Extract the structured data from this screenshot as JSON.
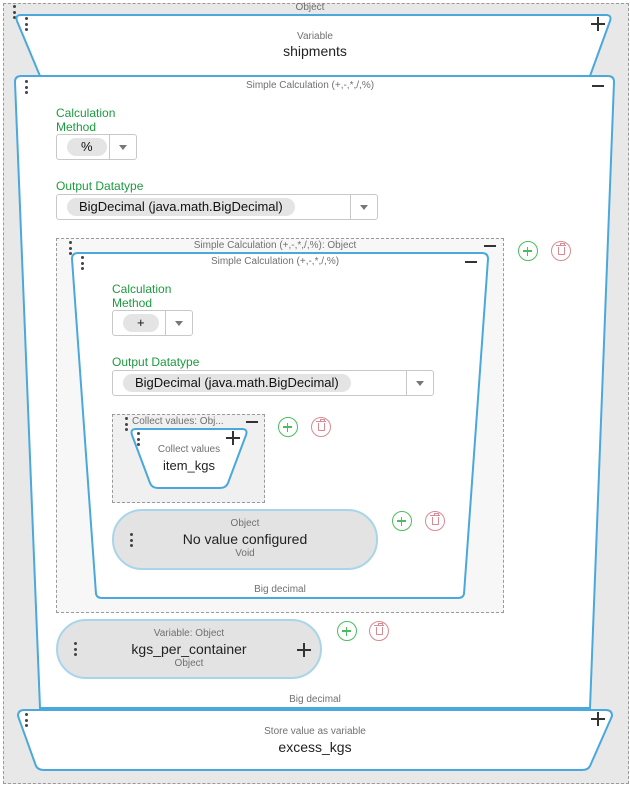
{
  "root": {
    "header": "Object"
  },
  "variable_block": {
    "type_label": "Variable",
    "name": "shipments"
  },
  "calc_outer": {
    "header": "Simple Calculation (+,-,*,/,%)",
    "method_label": "Calculation Method",
    "method_value": "%",
    "datatype_label": "Output Datatype",
    "datatype_value": "BigDecimal (java.math.BigDecimal)",
    "footer": "Big decimal"
  },
  "calc_inner_wrap": {
    "header": "Simple Calculation (+,-,*,/,%): Object"
  },
  "calc_inner": {
    "header": "Simple Calculation (+,-,*,/,%)",
    "method_label": "Calculation Method",
    "method_value": "+",
    "datatype_label": "Output Datatype",
    "datatype_value": "BigDecimal (java.math.BigDecimal)",
    "footer": "Big decimal"
  },
  "collect_wrap": {
    "header": "Collect values: Obj..."
  },
  "collect": {
    "type_label": "Collect values",
    "name": "item_kgs"
  },
  "no_value": {
    "type_label": "Object",
    "text": "No value configured",
    "sub": "Void"
  },
  "kgs_var": {
    "type_label": "Variable: Object",
    "name": "kgs_per_container",
    "sub": "Object"
  },
  "store": {
    "type_label": "Store value as variable",
    "name": "excess_kgs"
  },
  "colors": {
    "accent_blue": "#4aa8dc",
    "green": "#1b9b3f",
    "delete_red": "#d98a93",
    "panel_gray": "#e8e8e8"
  }
}
